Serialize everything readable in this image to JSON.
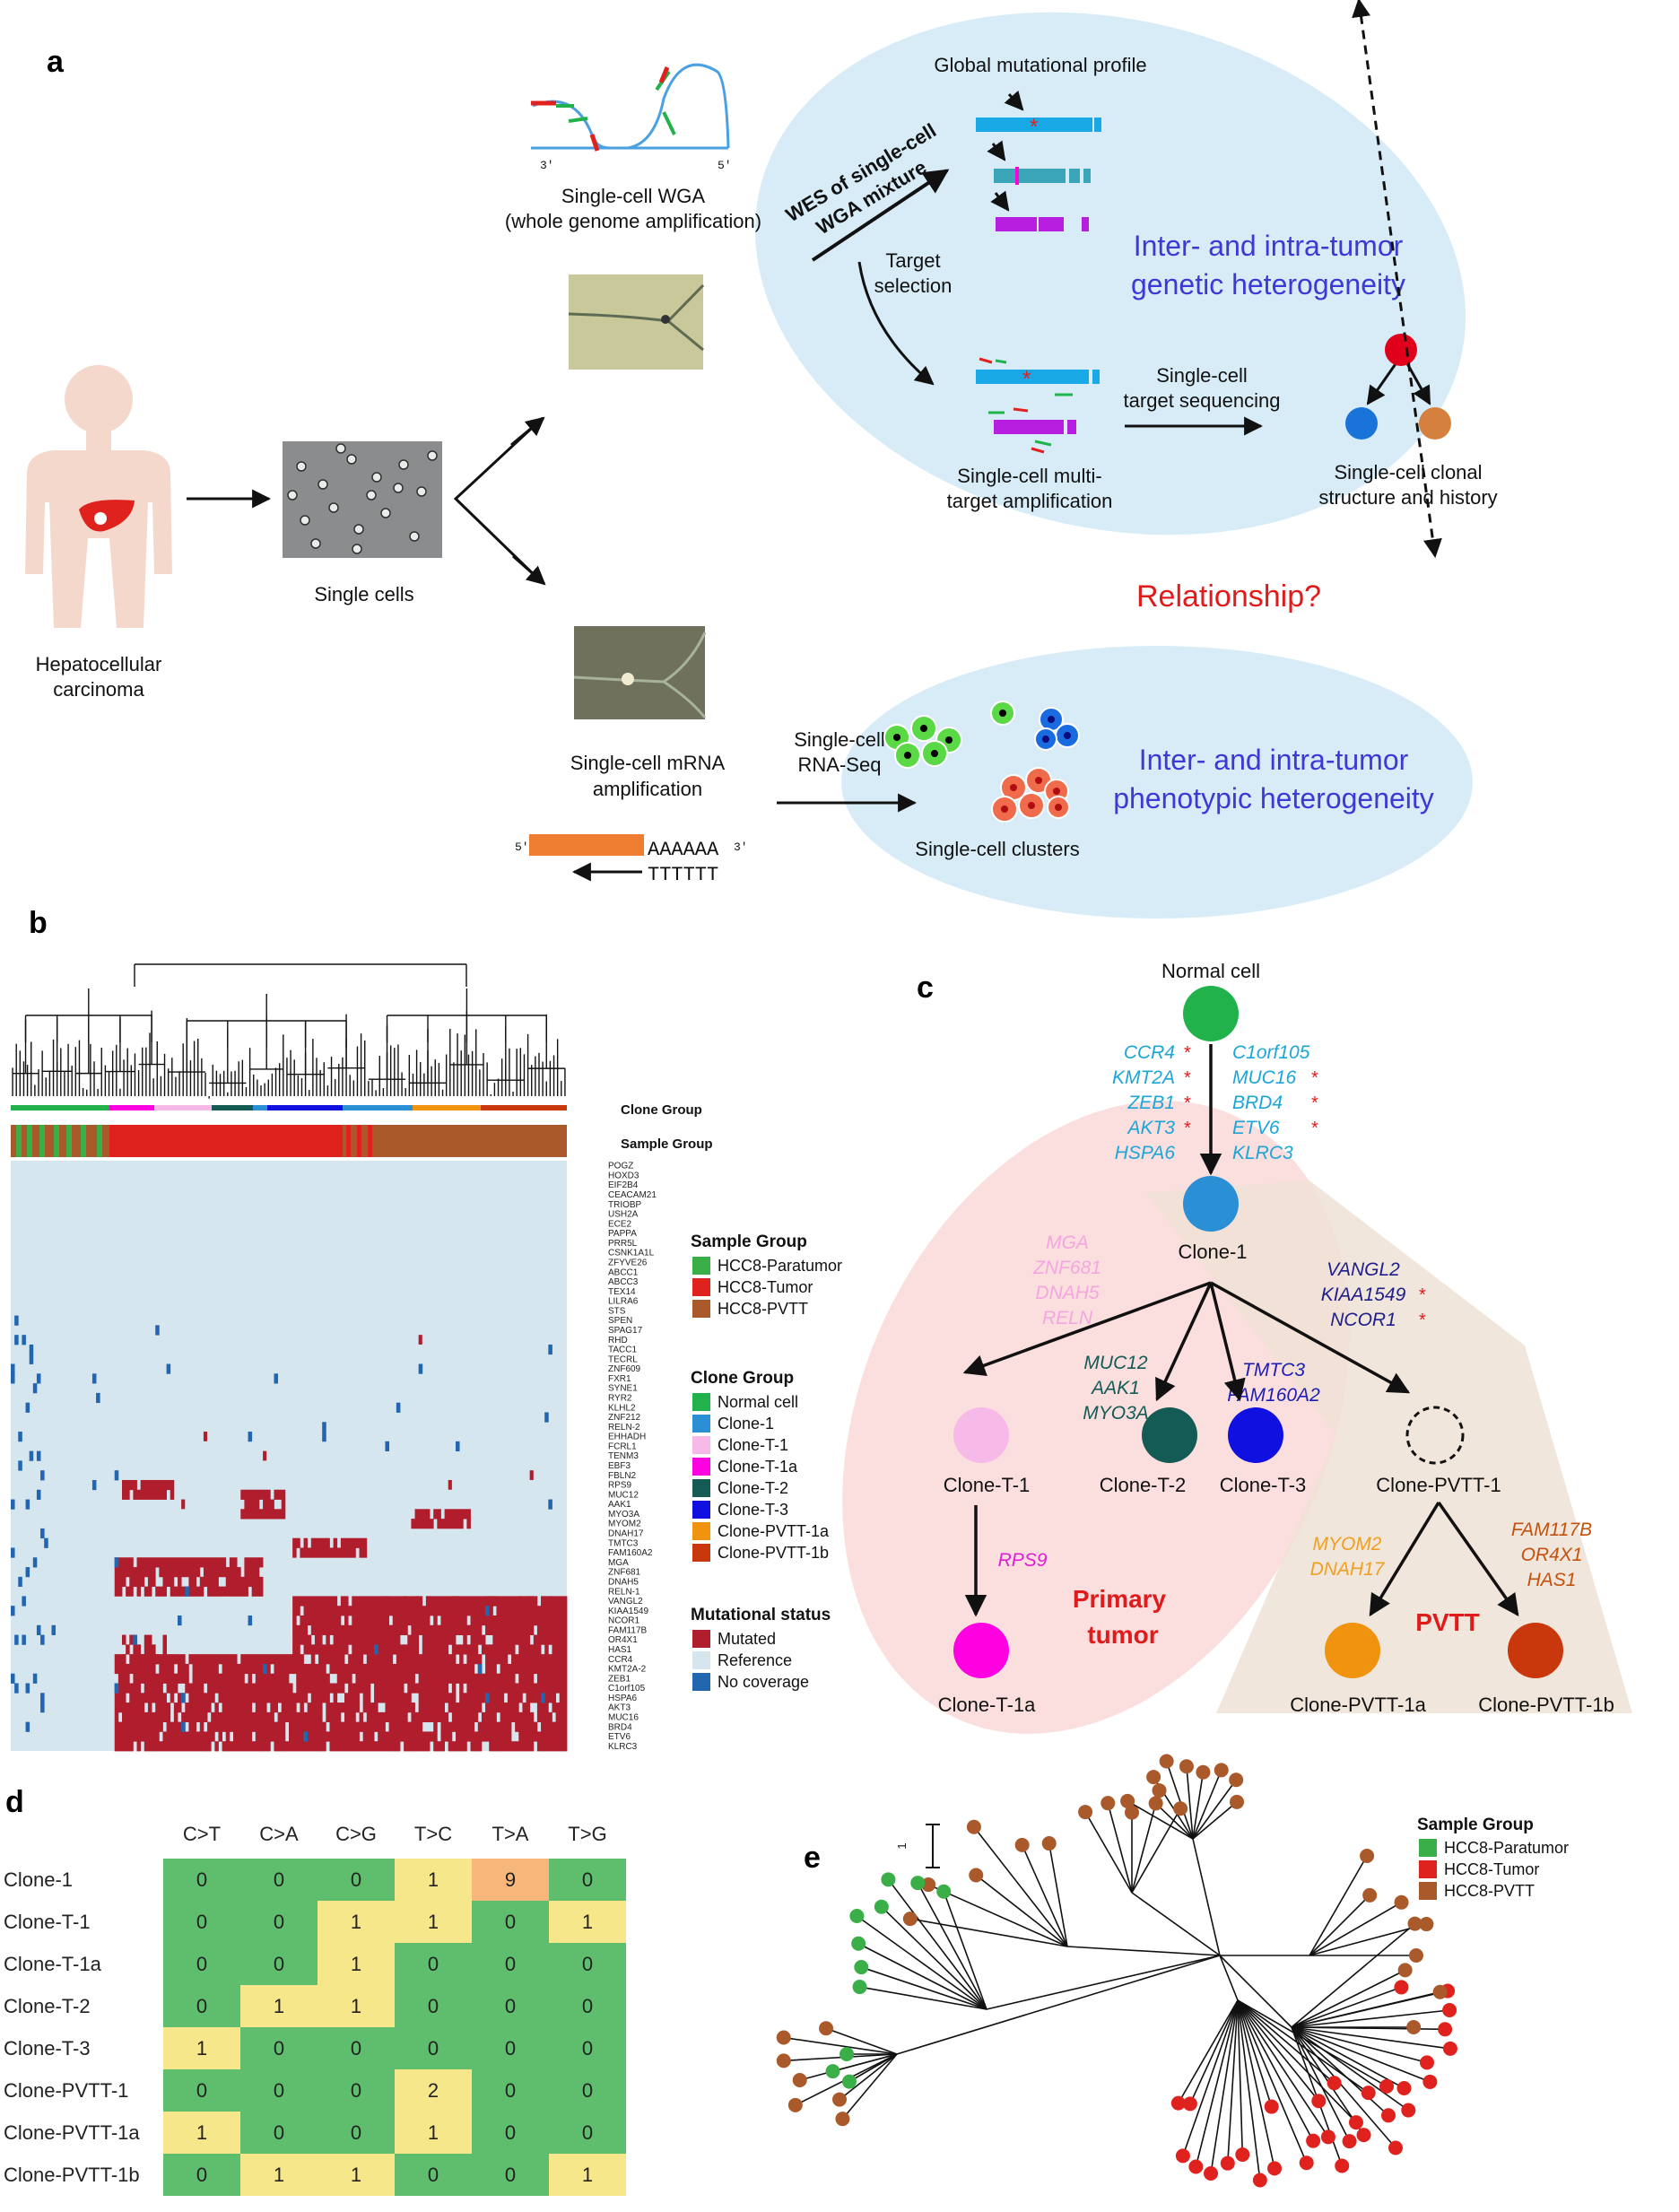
{
  "panels": {
    "a": "a",
    "b": "b",
    "c": "c",
    "d": "d",
    "e": "e"
  },
  "colors": {
    "normal": "#22b24c",
    "clone1": "#2b8fd6",
    "cloneT1": "#f7b9e8",
    "cloneT1a": "#ff00e1",
    "cloneT2": "#145a55",
    "cloneT3": "#1010e0",
    "clonePVTT1a": "#f0930e",
    "clonePVTT1b": "#c9380c",
    "paratumor": "#3aaf48",
    "tumor": "#e0221f",
    "pvtt": "#a9592a",
    "mutated": "#b01e2d",
    "reference": "#d6e6ef",
    "nocoverage": "#2366b0",
    "heat_green": "#5fbe6e",
    "heat_yellow": "#f7e78b",
    "heat_orange": "#f7b77a",
    "hetero_text": "#3a3ad6",
    "relationship": "#e01b1b",
    "ellipse": "#d8ecf8"
  },
  "a": {
    "hcc": [
      "Hepatocellular",
      "carcinoma"
    ],
    "single_cells": "Single cells",
    "wga": [
      "Single-cell WGA",
      "(whole genome amplification)"
    ],
    "wes": [
      "WES of single-cell",
      "WGA mixture"
    ],
    "global_profile": "Global mutational profile",
    "target_selection": [
      "Target",
      "selection"
    ],
    "multi_target": [
      "Single-cell multi-",
      "target amplification"
    ],
    "target_seq": [
      "Single-cell",
      "target sequencing"
    ],
    "genetic": [
      "Inter- and intra-tumor",
      "genetic heterogeneity"
    ],
    "clonal": [
      "Single-cell clonal",
      "structure and history"
    ],
    "relationship": "Relationship?",
    "mrna": [
      "Single-cell mRNA",
      "amplification"
    ],
    "rnaseq": [
      "Single-cell",
      "RNA-Seq"
    ],
    "phenotypic": [
      "Inter- and intra-tumor",
      "phenotypic heterogeneity"
    ],
    "clusters": "Single-cell clusters",
    "polyA": "AAAAAA",
    "polyT": "TTTTTT",
    "prime3": "3'",
    "prime5": "5'"
  },
  "b": {
    "clone_group_label": "Clone Group",
    "sample_group_label": "Sample Group",
    "genes": [
      "POGZ",
      "HOXD3",
      "EIF2B4",
      "CEACAM21",
      "TRIOBP",
      "USH2A",
      "ECE2",
      "PAPPA",
      "PRR5L",
      "CSNK1A1L",
      "ZFYVE26",
      "ABCC1",
      "ABCC3",
      "TEX14",
      "LILRA6",
      "STS",
      "SPEN",
      "SPAG17",
      "RHD",
      "TACC1",
      "TECRL",
      "ZNF609",
      "FXR1",
      "SYNE1",
      "RYR2",
      "KLHL2",
      "ZNF212",
      "RELN-2",
      "EHHADH",
      "FCRL1",
      "TENM3",
      "EBF3",
      "FBLN2",
      "RPS9",
      "MUC12",
      "AAK1",
      "MYO3A",
      "MYOM2",
      "DNAH17",
      "TMTC3",
      "FAM160A2",
      "MGA",
      "ZNF681",
      "DNAH5",
      "RELN-1",
      "VANGL2",
      "KIAA1549",
      "NCOR1",
      "FAM117B",
      "OR4X1",
      "HAS1",
      "CCR4",
      "KMT2A-2",
      "ZEB1",
      "C1orf105",
      "HSPA6",
      "AKT3",
      "MUC16",
      "BRD4",
      "ETV6",
      "KLRC3"
    ],
    "legend_sample": {
      "title": "Sample Group",
      "items": [
        "HCC8-Paratumor",
        "HCC8-Tumor",
        "HCC8-PVTT"
      ]
    },
    "legend_clone": {
      "title": "Clone Group",
      "items": [
        "Normal cell",
        "Clone-1",
        "Clone-T-1",
        "Clone-T-1a",
        "Clone-T-2",
        "Clone-T-3",
        "Clone-PVTT-1a",
        "Clone-PVTT-1b"
      ]
    },
    "legend_mut": {
      "title": "Mutational status",
      "items": [
        "Mutated",
        "Reference",
        "No coverage"
      ]
    }
  },
  "c": {
    "normal": "Normal cell",
    "clone1": "Clone-1",
    "cloneT1": "Clone-T-1",
    "cloneT2": "Clone-T-2",
    "cloneT3": "Clone-T-3",
    "clonePVTT1": "Clone-PVTT-1",
    "cloneT1a": "Clone-T-1a",
    "clonePVTT1a": "Clone-PVTT-1a",
    "clonePVTT1b": "Clone-PVTT-1b",
    "primary": [
      "Primary",
      "tumor"
    ],
    "pvtt": "PVTT",
    "genes_left": [
      "CCR4",
      "KMT2A",
      "ZEB1",
      "AKT3",
      "HSPA6"
    ],
    "genes_right": [
      "C1orf105",
      "MUC16",
      "BRD4",
      "ETV6",
      "KLRC3"
    ],
    "genes_t": [
      "MGA",
      "ZNF681",
      "DNAH5",
      "RELN"
    ],
    "genes_pvtt": [
      "VANGL2",
      "KIAA1549",
      "NCOR1"
    ],
    "genes_t2": [
      "MUC12",
      "AAK1",
      "MYO3A"
    ],
    "genes_t3": [
      "TMTC3",
      "FAM160A2"
    ],
    "genes_t1a": [
      "RPS9"
    ],
    "genes_pvtt1a": [
      "MYOM2",
      "DNAH17"
    ],
    "genes_pvtt1b": [
      "FAM117B",
      "OR4X1",
      "HAS1"
    ],
    "star": "*"
  },
  "d": {
    "columns": [
      "C>T",
      "C>A",
      "C>G",
      "T>C",
      "T>A",
      "T>G"
    ],
    "rows": [
      {
        "label": "Clone-1",
        "values": [
          0,
          0,
          0,
          1,
          9,
          0
        ]
      },
      {
        "label": "Clone-T-1",
        "values": [
          0,
          0,
          1,
          1,
          0,
          1
        ]
      },
      {
        "label": "Clone-T-1a",
        "values": [
          0,
          0,
          1,
          0,
          0,
          0
        ]
      },
      {
        "label": "Clone-T-2",
        "values": [
          0,
          1,
          1,
          0,
          0,
          0
        ]
      },
      {
        "label": "Clone-T-3",
        "values": [
          1,
          0,
          0,
          0,
          0,
          0
        ]
      },
      {
        "label": "Clone-PVTT-1",
        "values": [
          0,
          0,
          0,
          2,
          0,
          0
        ]
      },
      {
        "label": "Clone-PVTT-1a",
        "values": [
          1,
          0,
          0,
          1,
          0,
          0
        ]
      },
      {
        "label": "Clone-PVTT-1b",
        "values": [
          0,
          1,
          1,
          0,
          0,
          1
        ]
      }
    ]
  },
  "e": {
    "scale_label": "1",
    "legend": {
      "title": "Sample Group",
      "items": [
        "HCC8-Paratumor",
        "HCC8-Tumor",
        "HCC8-PVTT"
      ]
    }
  }
}
